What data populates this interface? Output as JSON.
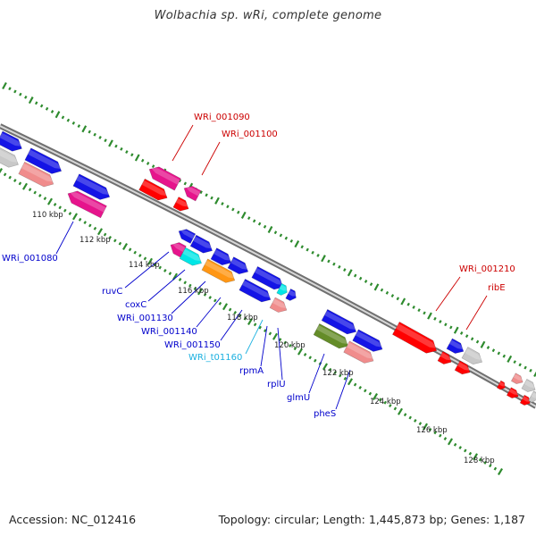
{
  "title": "Wolbachia sp. wRi, complete genome",
  "footer": {
    "accession": "Accession: NC_012416",
    "summary": "Topology: circular; Length: 1,445,873 bp; Genes: 1,187"
  },
  "colors": {
    "backbone": "#8a8a8a",
    "tick": "#2e8b2e",
    "blue_gene": "#1414e6",
    "red_gene": "#ff0000",
    "pink_gene": "#e6148c",
    "salmon_gene": "#f08c8c",
    "gray_gene": "#c8c8c8",
    "cyan_gene": "#00e6e6",
    "orange_gene": "#ff9614",
    "olive_gene": "#648c28",
    "label_blue": "#0000cc",
    "label_red": "#cc0000",
    "label_cyan": "#1ab0e0"
  },
  "kbp_labels": [
    "110 kbp",
    "112 kbp",
    "114 kbp",
    "116 kbp",
    "118 kbp",
    "120 kbp",
    "122 kbp",
    "124 kbp",
    "126 kbp",
    "128 kbp"
  ],
  "gene_labels": [
    {
      "text": "WRi_001080",
      "color": "blue"
    },
    {
      "text": "ruvC",
      "color": "blue"
    },
    {
      "text": "coxC",
      "color": "blue"
    },
    {
      "text": "WRi_001130",
      "color": "blue"
    },
    {
      "text": "WRi_001140",
      "color": "blue"
    },
    {
      "text": "WRi_001150",
      "color": "blue"
    },
    {
      "text": "WRi_t01160",
      "color": "cyan"
    },
    {
      "text": "rpmA",
      "color": "blue"
    },
    {
      "text": "rplU",
      "color": "blue"
    },
    {
      "text": "glmU",
      "color": "blue"
    },
    {
      "text": "pheS",
      "color": "blue"
    },
    {
      "text": "WRi_001090",
      "color": "red"
    },
    {
      "text": "WRi_001100",
      "color": "red"
    },
    {
      "text": "WRi_001210",
      "color": "red"
    },
    {
      "text": "ribE",
      "color": "red"
    }
  ]
}
